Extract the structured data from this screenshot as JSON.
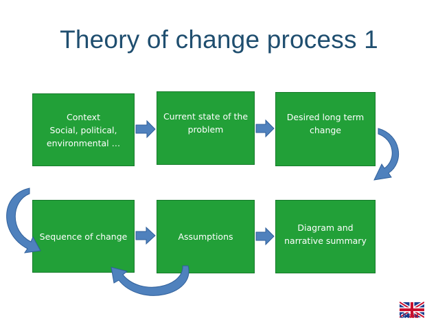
{
  "title": "Theory of change process 1",
  "boxes": [
    {
      "id": "context",
      "label": "Context\nSocial, political,\nenvironmental …"
    },
    {
      "id": "current-state",
      "label": "Current state of the\nproblem"
    },
    {
      "id": "desired-change",
      "label": "Desired long term\nchange"
    },
    {
      "id": "sequence",
      "label": "Sequence of change"
    },
    {
      "id": "assumptions",
      "label": "Assumptions"
    },
    {
      "id": "summary",
      "label": "Diagram and\nnarrative summary"
    }
  ],
  "logo": {
    "uk": "UK",
    "aid": "aid"
  },
  "colors": {
    "title": "#1f4e6f",
    "box_fill": "#22a038",
    "arrow_fill": "#4f81bd",
    "arrow_stroke": "#2f5f9a"
  }
}
